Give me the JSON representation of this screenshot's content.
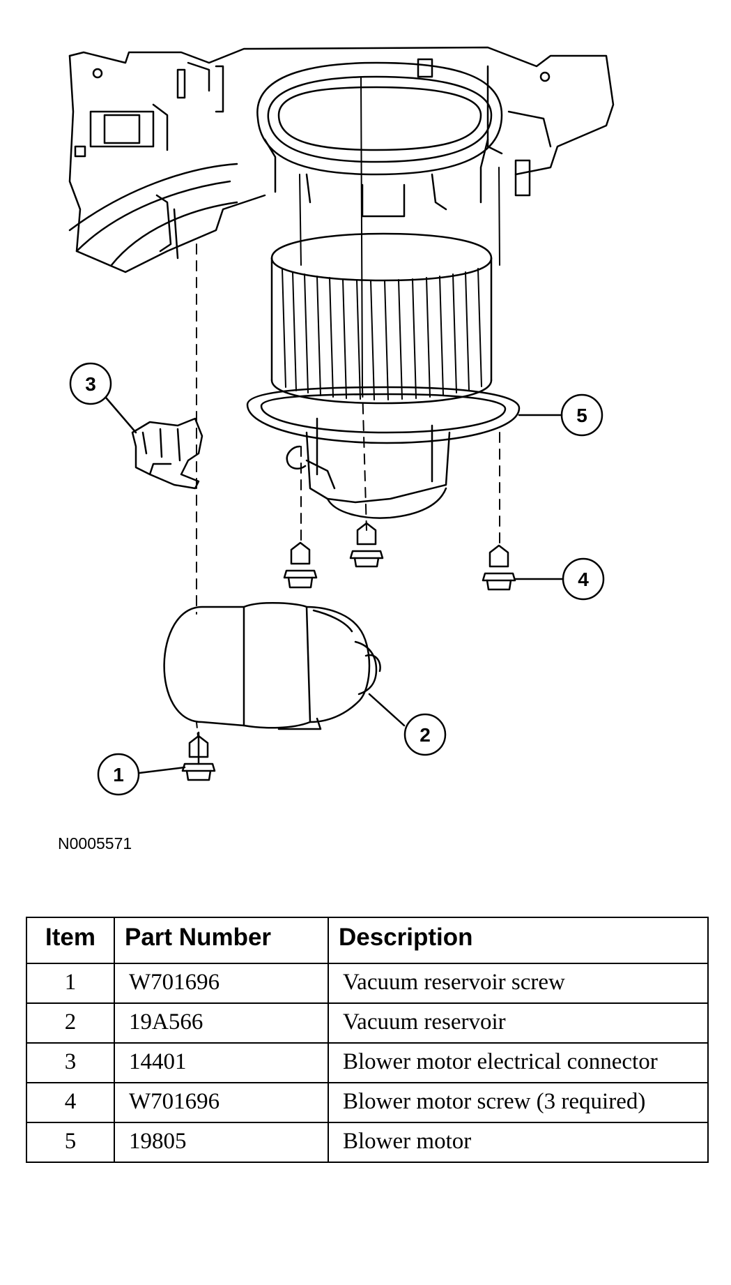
{
  "figure_id": "N0005571",
  "callouts": [
    "1",
    "2",
    "3",
    "4",
    "5"
  ],
  "table": {
    "headers": [
      "Item",
      "Part Number",
      "Description"
    ],
    "rows": [
      {
        "item": "1",
        "part_number": "W701696",
        "description": "Vacuum reservoir screw"
      },
      {
        "item": "2",
        "part_number": "19A566",
        "description": "Vacuum reservoir"
      },
      {
        "item": "3",
        "part_number": "14401",
        "description": "Blower motor electrical connector"
      },
      {
        "item": "4",
        "part_number": "W701696",
        "description": "Blower motor screw (3 required)"
      },
      {
        "item": "5",
        "part_number": "19805",
        "description": "Blower motor"
      }
    ]
  }
}
